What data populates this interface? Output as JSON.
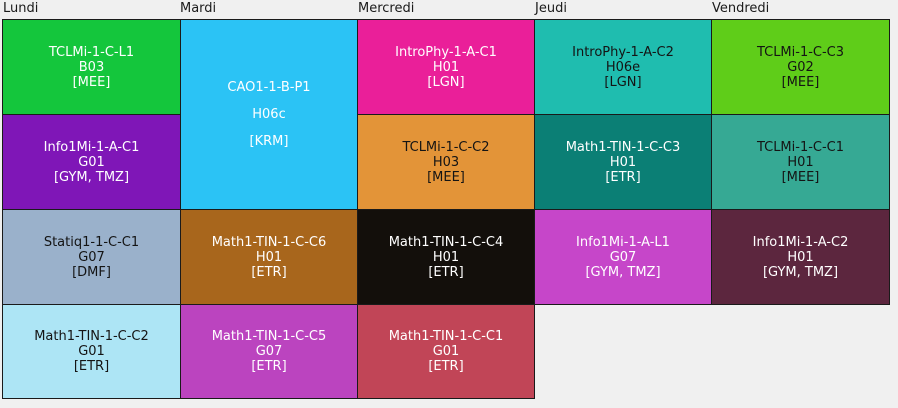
{
  "days": [
    "Lundi",
    "Mardi",
    "Mercredi",
    "Jeudi",
    "Vendredi"
  ],
  "cells": [
    {
      "name": "Lundi-1",
      "course": "TCLMi-1-C-L1",
      "room": "B03",
      "teacher": "[MEE]",
      "color": "#14c63c"
    },
    {
      "name": "Lundi-2",
      "course": "Info1Mi-1-A-C1",
      "room": "G01",
      "teacher": "[GYM, TMZ]",
      "color": "#7f16b7"
    },
    {
      "name": "Lundi-3",
      "course": "Statiq1-1-C-C1",
      "room": "G07",
      "teacher": "[DMF]",
      "color": "#9ab1cb"
    },
    {
      "name": "Lundi-4",
      "course": "Math1-TIN-1-C-C2",
      "room": "G01",
      "teacher": "[ETR]",
      "color": "#ade5f5"
    },
    {
      "name": "Mardi-1",
      "course": "CAO1-1-B-P1",
      "room": "H06c",
      "teacher": "[KRM]",
      "color": "#2bc3f5"
    },
    {
      "name": "Mardi-3",
      "course": "Math1-TIN-1-C-C6",
      "room": "H01",
      "teacher": "[ETR]",
      "color": "#a8661c"
    },
    {
      "name": "Mardi-4",
      "course": "Math1-TIN-1-C-C5",
      "room": "G07",
      "teacher": "[ETR]",
      "color": "#bb44bf"
    },
    {
      "name": "Mercredi-1",
      "course": "IntroPhy-1-A-C1",
      "room": "H01",
      "teacher": "[LGN]",
      "color": "#ea1f99"
    },
    {
      "name": "Mercredi-2",
      "course": "TCLMi-1-C-C2",
      "room": "H03",
      "teacher": "[MEE]",
      "color": "#e39438"
    },
    {
      "name": "Mercredi-3",
      "course": "Math1-TIN-1-C-C4",
      "room": "H01",
      "teacher": "[ETR]",
      "color": "#130f0b"
    },
    {
      "name": "Mercredi-4",
      "course": "Math1-TIN-1-C-C1",
      "room": "G01",
      "teacher": "[ETR]",
      "color": "#c14557"
    },
    {
      "name": "Jeudi-1",
      "course": "IntroPhy-1-A-C2",
      "room": "H06e",
      "teacher": "[LGN]",
      "color": "#1fbdaf"
    },
    {
      "name": "Jeudi-2",
      "course": "Math1-TIN-1-C-C3",
      "room": "H01",
      "teacher": "[ETR]",
      "color": "#0b7f75"
    },
    {
      "name": "Jeudi-3",
      "course": "Info1Mi-1-A-L1",
      "room": "G07",
      "teacher": "[GYM, TMZ]",
      "color": "#c646c9"
    },
    {
      "name": "Vendredi-1",
      "course": "TCLMi-1-C-C3",
      "room": "G02",
      "teacher": "[MEE]",
      "color": "#5fcd19"
    },
    {
      "name": "Vendredi-2",
      "course": "TCLMi-1-C-C1",
      "room": "H01",
      "teacher": "[MEE]",
      "color": "#36a994"
    },
    {
      "name": "Vendredi-3",
      "course": "Info1Mi-1-A-C2",
      "room": "H01",
      "teacher": "[GYM, TMZ]",
      "color": "#5c263e"
    }
  ]
}
